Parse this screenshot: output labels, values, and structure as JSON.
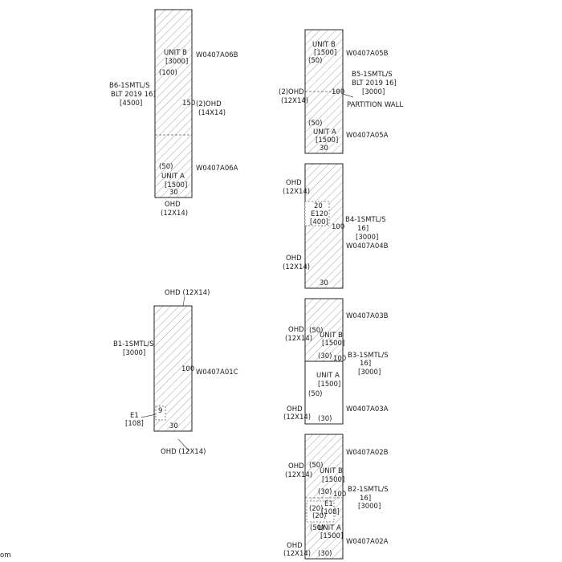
{
  "buildings": {
    "b6": {
      "name_line1": "B6-1SMTL/S",
      "name_line2": "BLT 2019 16]",
      "name_line3": "[4500]",
      "unit_b": {
        "label": "UNIT B",
        "area": "[3000]",
        "code": "W0407A06B",
        "count": "(100)"
      },
      "unit_a": {
        "label": "UNIT A",
        "area": "[1500]",
        "code": "W0407A06A",
        "count": "(50)",
        "bottom": "30"
      },
      "mid_value": "150",
      "side_door_line1": "(2)OHD",
      "side_door_line2": "(14X14)",
      "bottom_door_line1": "OHD",
      "bottom_door_line2": "(12X14)"
    },
    "b5": {
      "name_line1": "B5-1SMTL/S",
      "name_line2": "BLT 2019 16]",
      "name_line3": "[3000]",
      "unit_b": {
        "label": "UNIT B",
        "area": "[1500]",
        "code": "W0407A05B",
        "count": "(50)"
      },
      "unit_a": {
        "label": "UNIT A",
        "area": "[1500]",
        "code": "W0407A05A",
        "count": "(50)",
        "bottom": "30"
      },
      "mid_value": "100",
      "side_door_line1": "(2)OHD",
      "side_door_line2": "(12X14)",
      "partition": "PARTITION WALL"
    },
    "b4": {
      "name_line1": "B4-1SMTL/S",
      "name_line2": "16]",
      "name_line3": "[3000]",
      "code": "W0407A04B",
      "mid_value": "100",
      "bottom": "30",
      "e120_top": "20",
      "e120_label": "E120",
      "e120_area": "[400]",
      "door1_line1": "OHD",
      "door1_line2": "(12X14)",
      "door2_line1": "OHD",
      "door2_line2": "(12X14)"
    },
    "b3": {
      "name_line1": "B3-1SMTL/S",
      "name_line2": "16]",
      "name_line3": "[3000]",
      "unit_b": {
        "label": "UNIT B",
        "area": "[1500]",
        "code": "W0407A03B",
        "count": "(50)",
        "bottom": "(30)"
      },
      "unit_a": {
        "label": "UNIT A",
        "area": "[1500]",
        "code": "W0407A03A",
        "count": "(50)",
        "bottom": "(30)"
      },
      "mid_value": "100",
      "door1_line1": "OHD",
      "door1_line2": "(12X14)",
      "door2_line1": "OHD",
      "door2_line2": "(12X14)"
    },
    "b2": {
      "name_line1": "B2-1SMTL/S",
      "name_line2": "16]",
      "name_line3": "[3000]",
      "unit_b": {
        "label": "UNIT B",
        "area": "[1500]",
        "code": "W0407A02B",
        "count": "(50)",
        "bottom": "(30)"
      },
      "unit_a": {
        "label": "UNIT A",
        "area": "[1500]",
        "code": "W0407A02A",
        "count": "(50)",
        "bottom": "(30)"
      },
      "mid_value": "100",
      "e1_label": "E1",
      "e1_area": "[108]",
      "e1_top": "(20)",
      "e1_mid": "(20)",
      "door1_line1": "OHD",
      "door1_line2": "(12X14)",
      "door2_line1": "OHD",
      "door2_line2": "(12X14)"
    },
    "b1": {
      "name_line1": "B1-1SMTL/S",
      "name_line2": "[3000]",
      "code": "W0407A01C",
      "mid_value": "100",
      "bottom": "30",
      "top_door": "OHD (12X14)",
      "bottom_door": "OHD (12X14)",
      "e1_label": "E1",
      "e1_area": "[108]",
      "e1_value": "9"
    }
  },
  "corner_text": "om"
}
